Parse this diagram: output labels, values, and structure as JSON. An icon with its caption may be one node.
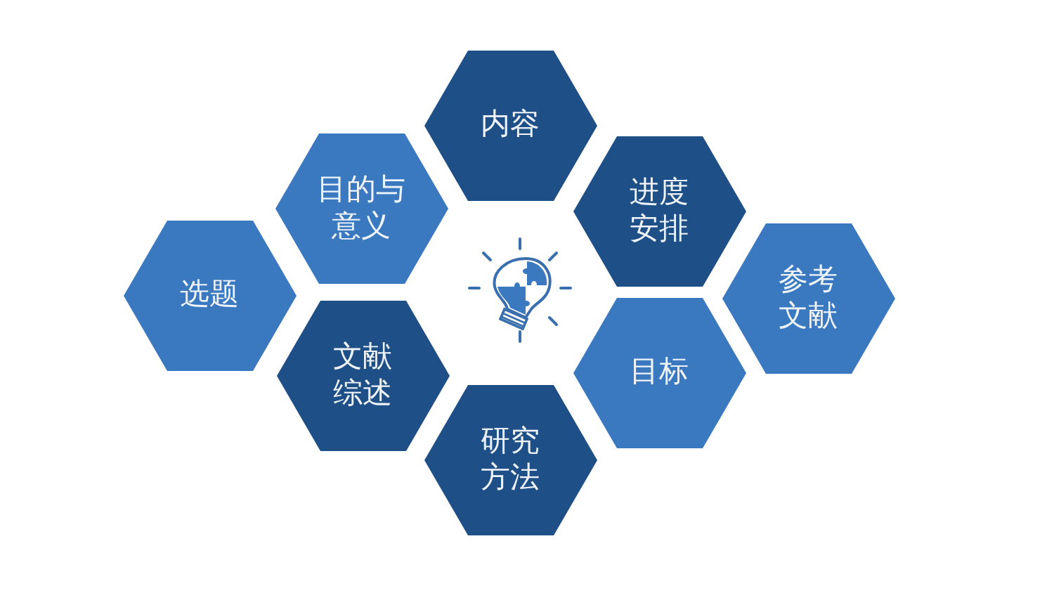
{
  "diagram": {
    "nodes": [
      {
        "text": [
          "内容"
        ]
      },
      {
        "text": [
          "目的与意义"
        ]
      },
      {
        "text": [
          "进度安排"
        ]
      },
      {
        "text": [
          "选题"
        ]
      },
      {
        "text": [
          "参考文献"
        ]
      },
      {
        "text": [
          "文献综述"
        ]
      },
      {
        "text": [
          "目标"
        ]
      },
      {
        "text": [
          "研究方法"
        ]
      }
    ]
  }
}
